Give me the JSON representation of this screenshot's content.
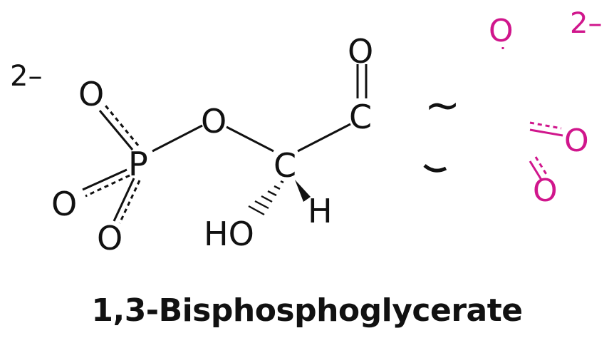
{
  "title": "1,3-Bisphosphoglycerate",
  "colors": {
    "black": "#111111",
    "magenta": "#d0168c"
  },
  "atoms": {
    "charge_left": "2–",
    "o_top_left": "O",
    "o_bottom_left_a": "O",
    "o_bottom_left_b": "O",
    "p_left": "P",
    "o_bridge_left": "O",
    "c_center": "C",
    "c_carbonyl": "C",
    "o_carbonyl": "O",
    "ho": "HO",
    "h": "H",
    "tilde": "~",
    "o_mag_top": "O",
    "charge_right": "2–",
    "o_mag_right": "O",
    "o_mag_bottom": "O"
  }
}
